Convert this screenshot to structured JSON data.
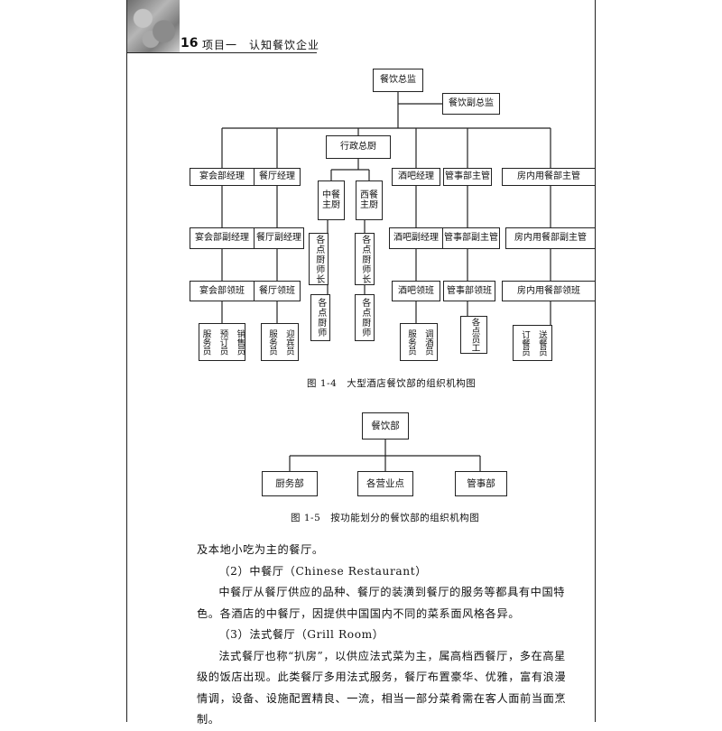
{
  "header": {
    "page_number": "16",
    "title": "项目一　认知餐饮企业"
  },
  "figure4": {
    "caption": "图 1-4　大型酒店餐饮部的组织机构图",
    "director": "餐饮总监",
    "deputy_director": "餐饮副总监",
    "exec_chef": "行政总厨",
    "chinese_chef": "中餐主厨",
    "western_chef": "西餐主厨",
    "banquet_manager": "宴会部经理",
    "restaurant_manager": "餐厅经理",
    "bar_manager": "酒吧经理",
    "steward_head": "管事部主管",
    "room_service_head": "房内用餐部主管",
    "banquet_asst": "宴会部副经理",
    "restaurant_asst": "餐厅副经理",
    "bar_asst": "酒吧副经理",
    "steward_asst": "管事部副主管",
    "room_service_asst": "房内用餐部副主管",
    "banquet_captain": "宴会部领班",
    "restaurant_captain": "餐厅领班",
    "bar_captain": "酒吧领班",
    "steward_captain": "管事部领班",
    "room_service_captain": "房内用餐部领班",
    "cn_section_chef": "各点厨师长",
    "cn_cooks": "各点厨师",
    "w_section_chef": "各点厨师长",
    "w_cooks": "各点厨师",
    "banquet_staff": [
      "销售员",
      "预订员",
      "服务员"
    ],
    "restaurant_staff": [
      "迎宾员",
      "服务员"
    ],
    "bar_staff": [
      "调酒员",
      "服务员"
    ],
    "steward_staff": [
      "各点员工"
    ],
    "room_service_staff": [
      "送餐员",
      "订餐员"
    ]
  },
  "figure5": {
    "caption": "图 1-5　按功能划分的餐饮部的组织机构图",
    "root": "餐饮部",
    "kitchen": "厨务部",
    "outlets": "各营业点",
    "steward": "管事部"
  },
  "body": {
    "line1": "及本地小吃为主的餐厅。",
    "h2": "（2）中餐厅（Chinese Restaurant）",
    "p2": "中餐厅从餐厅供应的品种、餐厅的装潢到餐厅的服务等都具有中国特色。各酒店的中餐厅，因提供中国国内不同的菜系面风格各异。",
    "h3": "（3）法式餐厅（Grill Room）",
    "p3": "法式餐厅也称“扒房”，以供应法式菜为主，属高档西餐厅，多在高星级的饭店出现。此类餐厅多用法式服务，餐厅布置豪华、优雅，富有浪漫情调，设备、设施配置精良、一流，相当一部分菜肴需在客人面前当面烹制。"
  }
}
